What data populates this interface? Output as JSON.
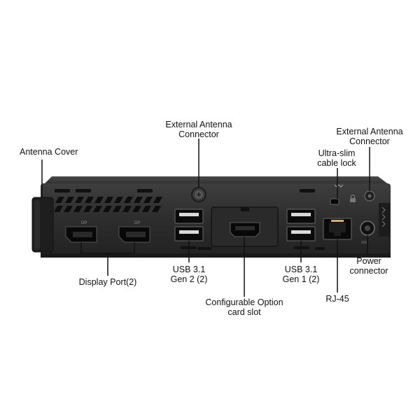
{
  "labels": {
    "antenna_cover": "Antenna Cover",
    "ext_antenna_center": [
      "External Antenna",
      "Connector"
    ],
    "ext_antenna_right": [
      "External Antenna",
      "Connector"
    ],
    "ultra_slim_lock": [
      "Ultra-slim",
      "cable lock"
    ],
    "display_port": "Display Port(2)",
    "usb_gen2": [
      "USB 3.1",
      "Gen 2 (2)"
    ],
    "config_option": [
      "Configurable Option",
      "card slot"
    ],
    "usb_gen1": [
      "USB 3.1",
      "Gen 1 (2)"
    ],
    "rj45": "RJ-45",
    "power_connector": [
      "Power",
      "connector"
    ]
  },
  "colors": {
    "chassis": "#2b2b2b",
    "chassis_top": "#3d3d3d",
    "port_cavity": "#0d0d0d",
    "callout_line": "#111111"
  }
}
